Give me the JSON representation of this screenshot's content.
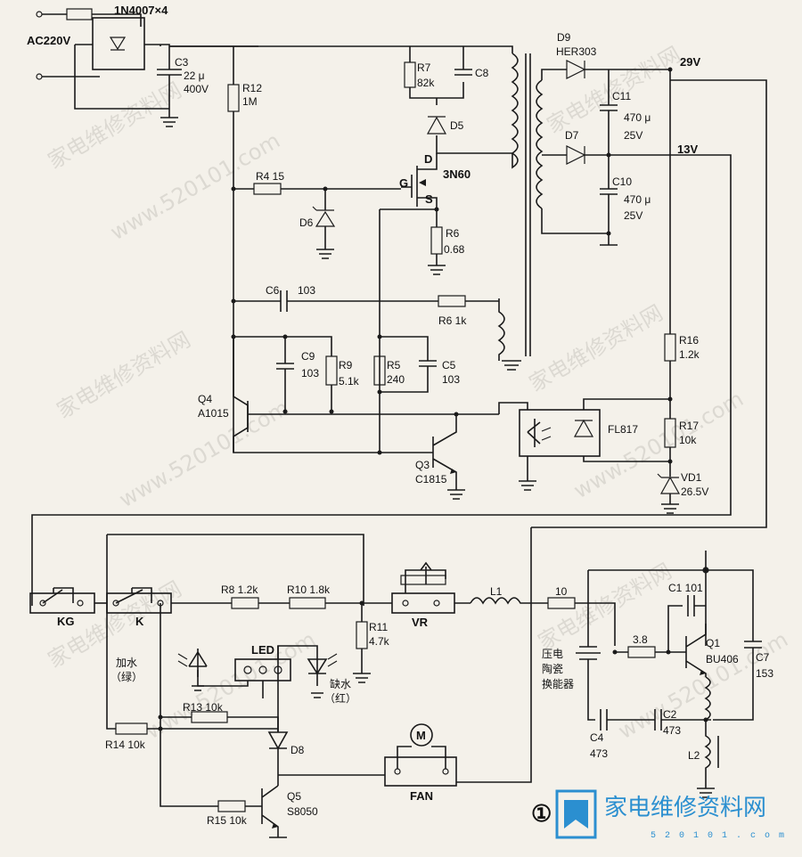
{
  "labels": {
    "ac": "AC220V",
    "bridge": "1N4007×4",
    "c3": "C3",
    "c3_v1": "22 μ",
    "c3_v2": "400V",
    "r12": "R12",
    "r12_v": "1M",
    "r7": "R7",
    "r7_v": "82k",
    "c8": "C8",
    "d5": "D5",
    "d": "D",
    "g": "G",
    "s": "S",
    "mos": "3N60",
    "r4": "R4  15",
    "d6": "D6",
    "r6a": "R6",
    "r6a_v": "0.68",
    "d9": "D9",
    "her": "HER303",
    "v29": "29V",
    "c11": "C11",
    "c11_v1": "470 μ",
    "c11_v2": "25V",
    "d7": "D7",
    "v13": "13V",
    "c10": "C10",
    "c10_v1": "470 μ",
    "c10_v2": "25V",
    "c6": "C6",
    "c6_v": "103",
    "r6b": "R6  1k",
    "c9": "C9",
    "c9_v": "103",
    "r9": "R9",
    "r9_v": "5.1k",
    "r5": "R5",
    "r5_v": "240",
    "c5": "C5",
    "c5_v": "103",
    "r16": "R16",
    "r16_v": "1.2k",
    "q4": "Q4",
    "q4_v": "A1015",
    "fl": "FL817",
    "r17": "R17",
    "r17_v": "10k",
    "q3": "Q3",
    "q3_v": "C1815",
    "vd1": "VD1",
    "vd1_v": "26.5V",
    "kg": "KG",
    "k": "K",
    "r8": "R8  1.2k",
    "r10": "R10  1.8k",
    "vr": "VR",
    "l1": "L1",
    "r10ohm": "10",
    "c1": "C1  101",
    "r11": "R11",
    "r11_v": "4.7k",
    "led": "LED",
    "add_water_1": "加水",
    "add_water_2": "（绿）",
    "no_water_1": "缺水",
    "no_water_2": "（红）",
    "piezo_1": "压电",
    "piezo_2": "陶瓷",
    "piezo_3": "换能器",
    "r38": "3.8",
    "q1": "Q1",
    "q1_v": "BU406",
    "c7": "C7",
    "c7_v": "153",
    "r13": "R13  10k",
    "r14": "R14  10k",
    "d8": "D8",
    "fan_m": "M",
    "fan": "FAN",
    "c4": "C4",
    "c4_v": "473",
    "c2": "C2",
    "c2_v": "473",
    "l2": "L2",
    "q5": "Q5",
    "q5_v": "S8050",
    "r15": "R15  10k",
    "fig": "①"
  },
  "watermark": "家电维修资料网",
  "watermark_url": "www.520101.com",
  "brand": {
    "name": "家电维修资料网",
    "url": "5 2 0 1 0 1 . c o m",
    "color": "#2b8fd0"
  }
}
